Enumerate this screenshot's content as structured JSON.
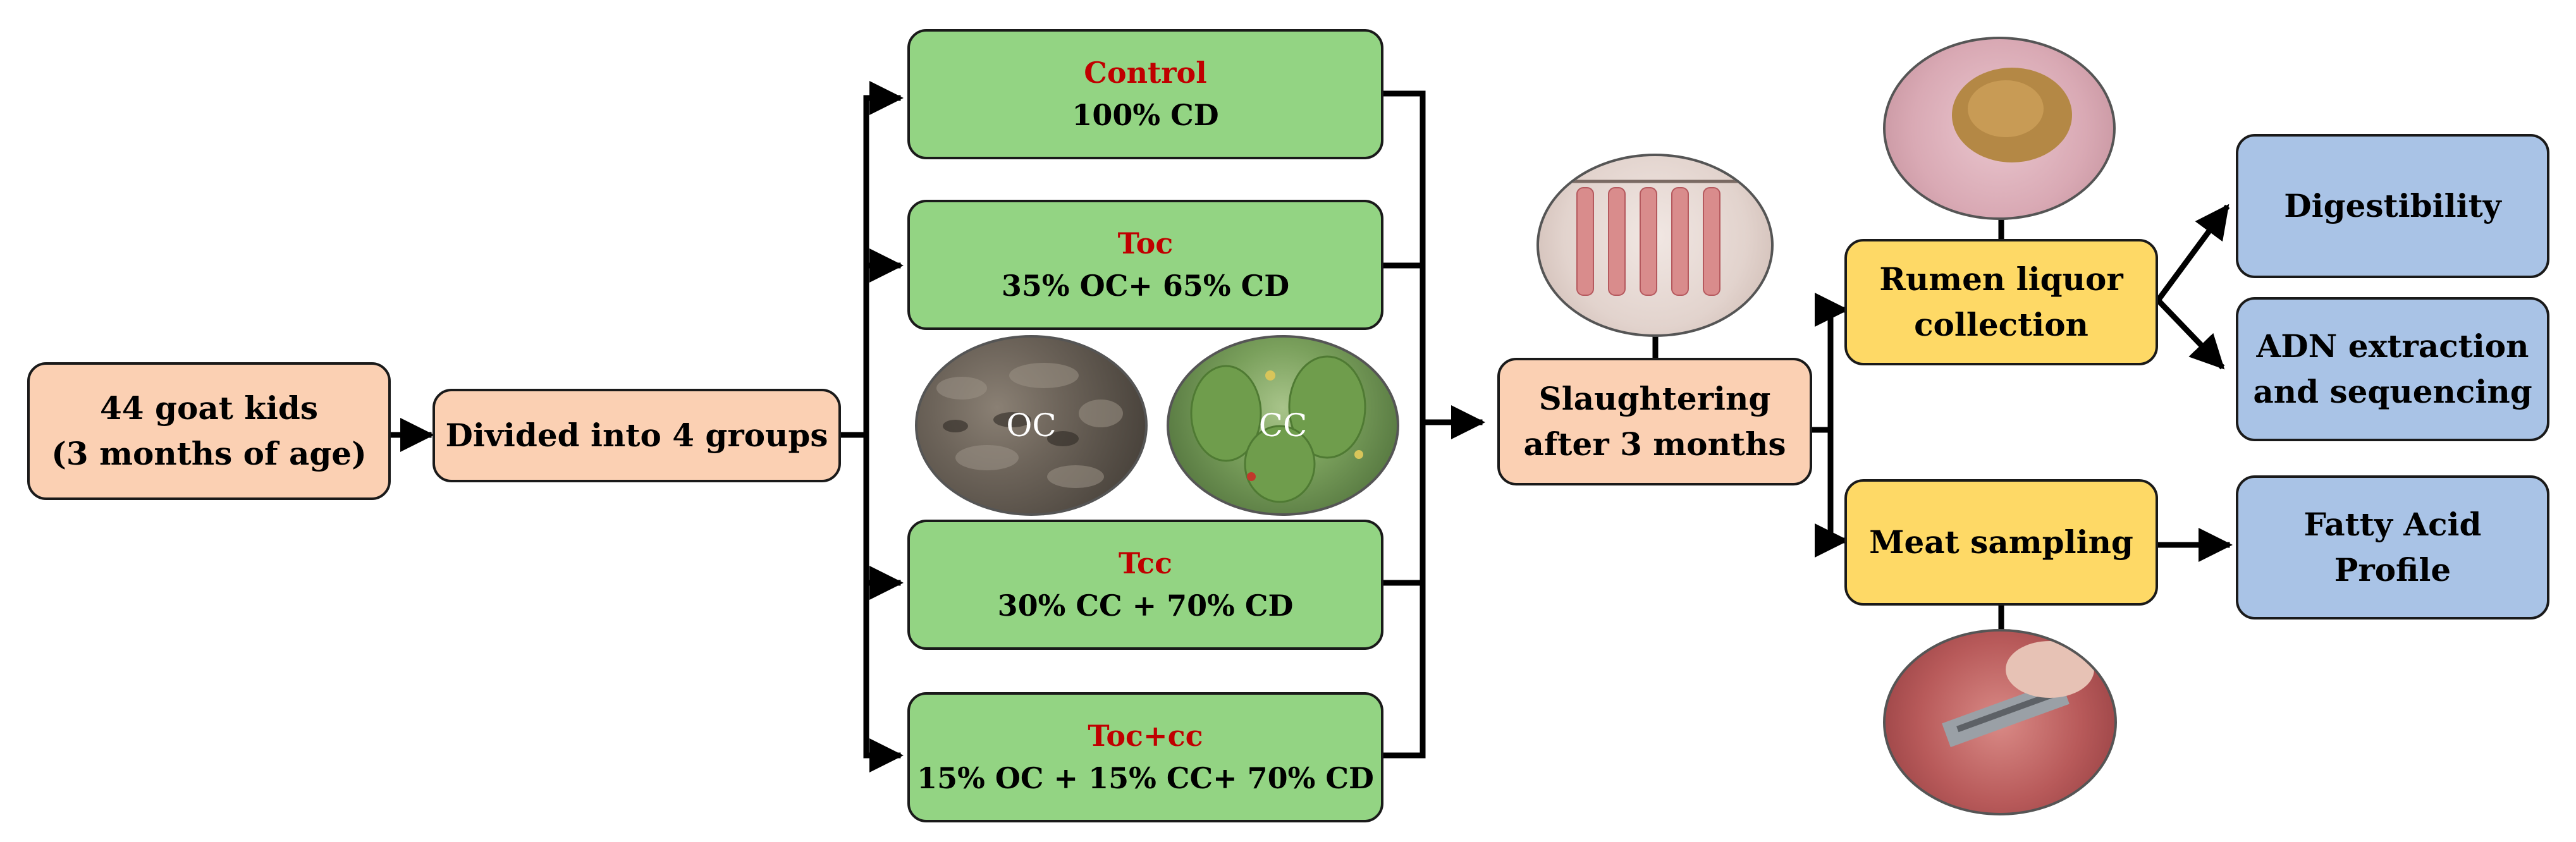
{
  "start": {
    "line1": "44 goat kids",
    "line2": "(3 months of age)"
  },
  "divide": {
    "label": "Divided into 4 groups"
  },
  "groups": [
    {
      "name": "Control",
      "diet": "100% CD"
    },
    {
      "name": "Toc",
      "diet": "35% OC+ 65% CD"
    },
    {
      "name": "Tcc",
      "diet": "30% CC + 70% CD"
    },
    {
      "name": "Toc+cc",
      "diet": "15% OC + 15% CC+ 70% CD"
    }
  ],
  "photos": {
    "oc_label": "OC",
    "cc_label": "CC"
  },
  "slaughter": {
    "line1": "Slaughtering",
    "line2": "after 3 months"
  },
  "rumen": {
    "line1": "Rumen liquor",
    "line2": "collection"
  },
  "meat": {
    "label": "Meat sampling"
  },
  "outcomes": {
    "digestibility": "Digestibility",
    "adn_line1": "ADN extraction",
    "adn_line2": "and sequencing",
    "fatty_line1": "Fatty Acid",
    "fatty_line2": "Profile"
  },
  "colors": {
    "peach": "#fbd0b3",
    "green": "#93d483",
    "yellow": "#fed966",
    "blue": "#a9c3e6",
    "group_name_red": "#c00000",
    "arrow": "#000000"
  }
}
